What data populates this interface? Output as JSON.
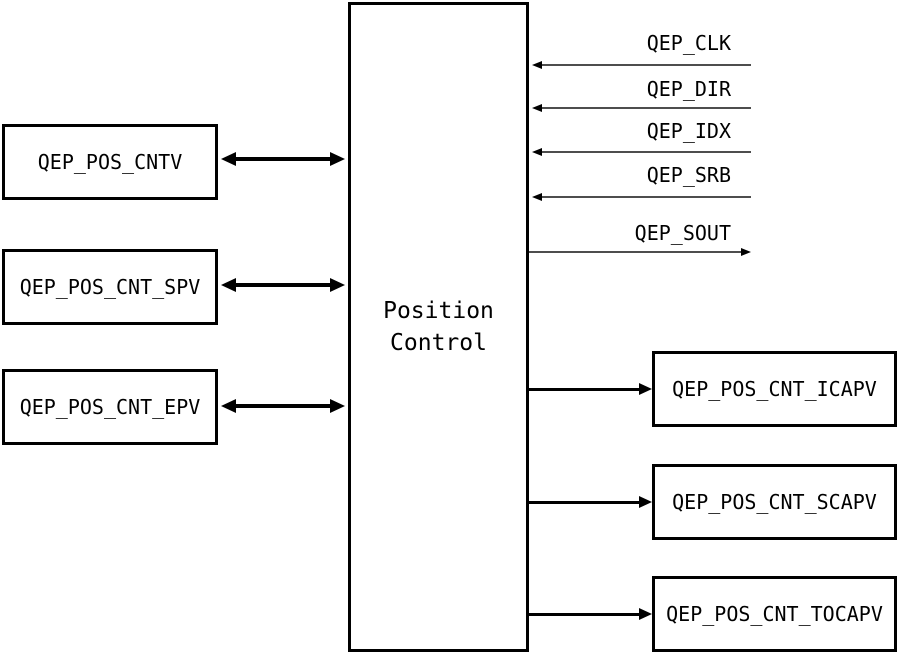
{
  "center_block": {
    "label": "Position\nControl"
  },
  "left_blocks": [
    {
      "label": "QEP_POS_CNTV"
    },
    {
      "label": "QEP_POS_CNT_SPV"
    },
    {
      "label": "QEP_POS_CNT_EPV"
    }
  ],
  "right_blocks": [
    {
      "label": "QEP_POS_CNT_ICAPV"
    },
    {
      "label": "QEP_POS_CNT_SCAPV"
    },
    {
      "label": "QEP_POS_CNT_TOCAPV"
    }
  ],
  "input_signals": [
    {
      "label": "QEP_CLK"
    },
    {
      "label": "QEP_DIR"
    },
    {
      "label": "QEP_IDX"
    },
    {
      "label": "QEP_SRB"
    }
  ],
  "output_signals": [
    {
      "label": "QEP_SOUT"
    }
  ],
  "colors": {
    "background": "#ffffff",
    "stroke": "#000000",
    "signal_line": "#4d4d4d",
    "text": "#000000"
  }
}
